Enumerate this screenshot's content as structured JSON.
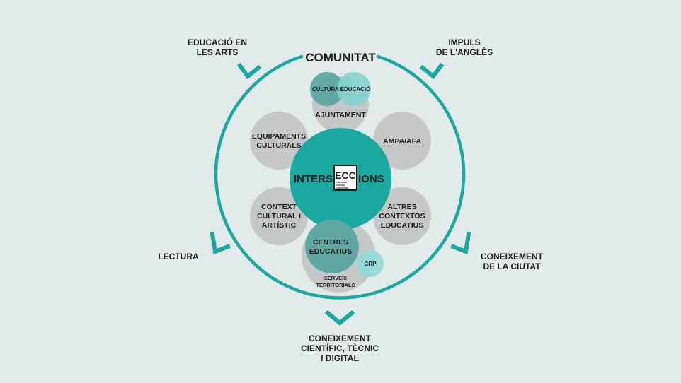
{
  "colors": {
    "background": "#e3eaea",
    "teal": "#1aa9a0",
    "grey_circle": "#c6c8c8",
    "cultura": "#5fa7a3",
    "educacio": "#7fd3cf",
    "centres": "#5fa7a3",
    "crp": "#8fdcd7",
    "text": "#1e1e1e"
  },
  "ring_label": "COMUNITAT",
  "center": {
    "label_left": "INTERS",
    "label_right": "IONS",
    "logo_text": "ECC",
    "logo_small": [
      "educació",
      "cultura",
      "comunitat"
    ]
  },
  "nodes": {
    "ajuntament": "AJUNTAMENT",
    "cultura": "CULTURA",
    "educacio": "EDUCACIÓ",
    "equipaments": [
      "EQUIPAMENTS",
      "CULTURALS"
    ],
    "ampa": "AMPA/AFA",
    "context": [
      "CONTEXT",
      "CULTURAL I",
      "ARTÍSTIC"
    ],
    "altres": [
      "ALTRES",
      "CONTEXTOS",
      "EDUCATIUS"
    ],
    "centres": [
      "CENTRES",
      "EDUCATIUS"
    ],
    "crp": "CRP",
    "serveis": [
      "SERVEIS",
      "TERRITORIALS"
    ]
  },
  "external": {
    "educacio_arts": [
      "EDUCACIÓ EN",
      "LES ARTS"
    ],
    "impuls": [
      "IMPULS",
      "DE L'ANGLÈS"
    ],
    "lectura": "LECTURA",
    "coneixement_ciutat": [
      "CONEIXEMENT",
      "DE LA CIUTAT"
    ],
    "coneixement_cientific": [
      "CONEIXEMENT",
      "CIENTÍFIC, TÈCNIC",
      "I DIGITAL"
    ]
  }
}
